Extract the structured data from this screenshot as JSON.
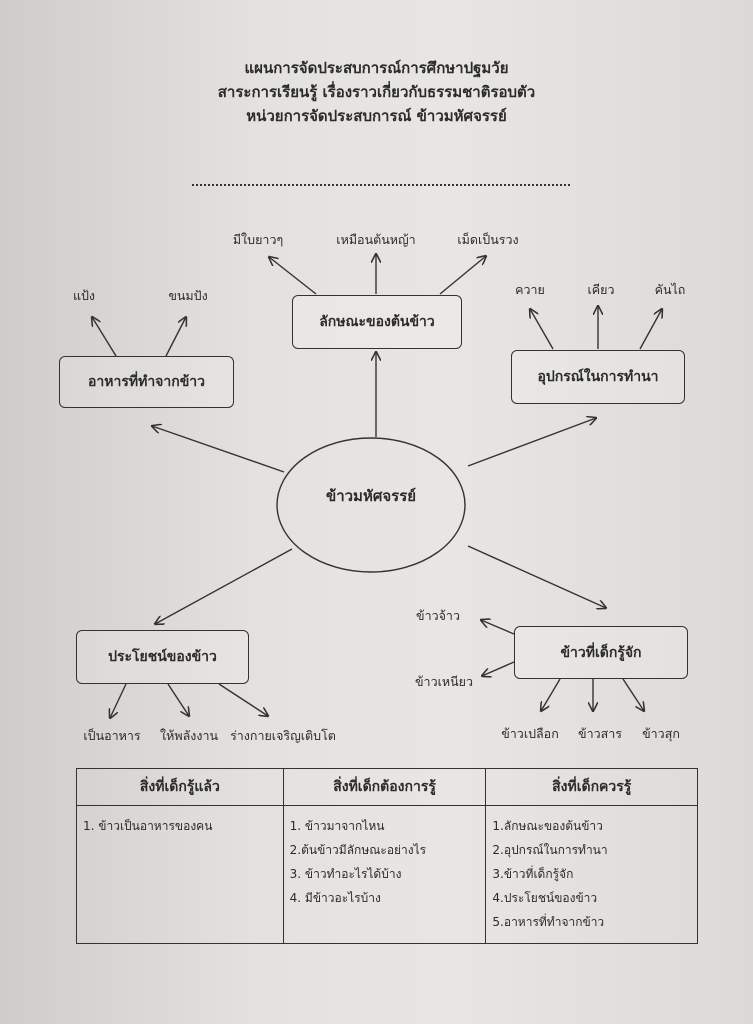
{
  "header": {
    "line1": "แผนการจัดประสบการณ์การศึกษาปฐมวัย",
    "line2": "สาระการเรียนรู้ เรื่องราวเกี่ยวกับธรรมชาติรอบตัว",
    "line3": "หน่วยการจัดประสบการณ์ ข้าวมหัศจรรย์"
  },
  "mindmap": {
    "center": "ข้าวมหัศจรรย์",
    "characteristics": {
      "label": "ลักษณะของต้นข้าว",
      "items": [
        "มีใบยาวๆ",
        "เหมือนต้นหญ้า",
        "เม็ดเป็นรวง"
      ]
    },
    "food": {
      "label": "อาหารที่ทำจากข้าว",
      "items": [
        "แป้ง",
        "ขนมปัง"
      ]
    },
    "tools": {
      "label": "อุปกรณ์ในการทำนา",
      "items": [
        "ควาย",
        "เคียว",
        "คันไถ"
      ]
    },
    "benefits": {
      "label": "ประโยชน์ของข้าว",
      "items": [
        "เป็นอาหาร",
        "ให้พลังงาน",
        "ร่างกายเจริญเติบโต"
      ]
    },
    "known_rice": {
      "label": "ข้าวที่เด็กรู้จัก",
      "side_items": [
        "ข้าวจ้าว",
        "ข้าวเหนียว"
      ],
      "bottom_items": [
        "ข้าวเปลือก",
        "ข้าวสาร",
        "ข้าวสุก"
      ]
    }
  },
  "kwl_table": {
    "headers": [
      "สิ่งที่เด็กรู้แล้ว",
      "สิ่งที่เด็กต้องการรู้",
      "สิ่งที่เด็กควรรู้"
    ],
    "know": [
      "1. ข้าวเป็นอาหารของคน"
    ],
    "want": [
      "1. ข้าวมาจากไหน",
      "2.ต้นข้าวมีลักษณะอย่างไร",
      "3. ข้าวทำอะไรได้บ้าง",
      "4. มีข้าวอะไรบ้าง"
    ],
    "should": [
      "1.ลักษณะของต้นข้าว",
      "2.อุปกรณ์ในการทำนา",
      "3.ข้าวที่เด็กรู้จัก",
      "4.ประโยชน์ของข้าว",
      "5.อาหารที่ทำจากข้าว"
    ]
  }
}
